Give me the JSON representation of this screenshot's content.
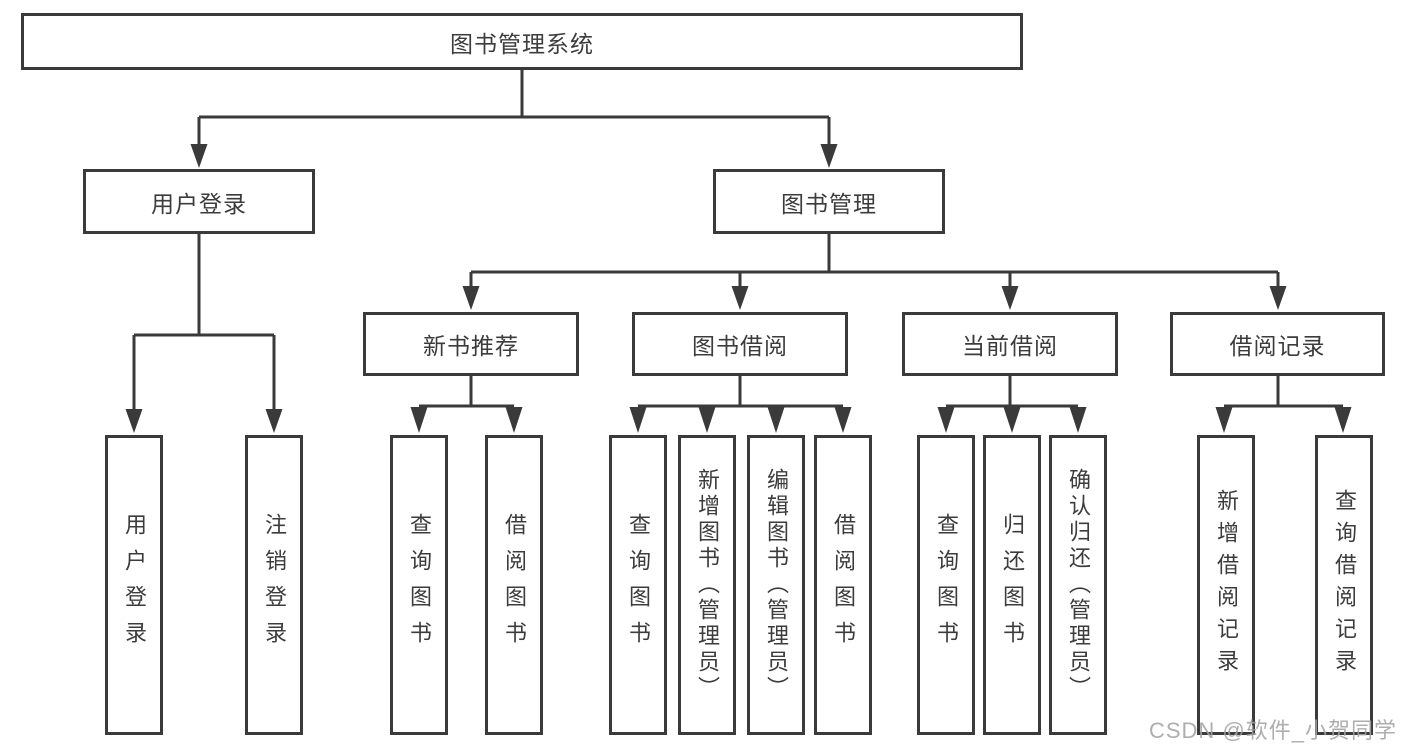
{
  "diagram": {
    "root": {
      "label": "图书管理系统"
    },
    "branches": [
      {
        "label": "用户登录",
        "children": [
          {
            "label": "用户登录"
          },
          {
            "label": "注销登录"
          }
        ]
      },
      {
        "label": "图书管理",
        "children": [
          {
            "label": "新书推荐",
            "children": [
              {
                "label": "查询图书"
              },
              {
                "label": "借阅图书"
              }
            ]
          },
          {
            "label": "图书借阅",
            "children": [
              {
                "label": "查询图书"
              },
              {
                "label": "新增图书（管理员）"
              },
              {
                "label": "编辑图书（管理员）"
              },
              {
                "label": "借阅图书"
              }
            ]
          },
          {
            "label": "当前借阅",
            "children": [
              {
                "label": "查询图书"
              },
              {
                "label": "归还图书"
              },
              {
                "label": "确认归还（管理员）"
              }
            ]
          },
          {
            "label": "借阅记录",
            "children": [
              {
                "label": "新增借阅记录"
              },
              {
                "label": "查询借阅记录"
              }
            ]
          }
        ]
      }
    ]
  },
  "watermark": {
    "text": "CSDN @软件_小贺同学"
  },
  "colors": {
    "line": "#3a3a3a",
    "text": "#3c3c3c",
    "background": "#ffffff",
    "watermark": "#a3a3a3"
  }
}
